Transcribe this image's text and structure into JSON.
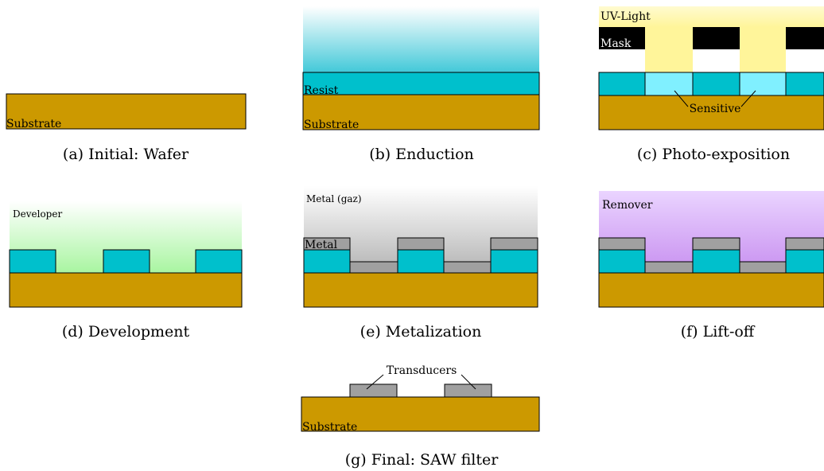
{
  "colors": {
    "substrate": "#cc9900",
    "resist": "#00c0cc",
    "sensitive": "#80f0ff",
    "metal": "#a0a0a0",
    "mask": "#000000",
    "uv_light": "#fffbb0",
    "developer": "#a8f5a0",
    "metal_gas": "#c8c8c8",
    "remover": "#c890f0",
    "resist_haze": "#40c8d8"
  },
  "panels": {
    "a": {
      "caption": "(a) Initial: Wafer",
      "substrate_label": "Substrate"
    },
    "b": {
      "caption": "(b) Enduction",
      "resist_label": "Resist",
      "substrate_label": "Substrate"
    },
    "c": {
      "caption": "(c) Photo-exposition",
      "light_label": "UV-Light",
      "mask_label": "Mask",
      "sensitive_label": "Sensitive"
    },
    "d": {
      "caption": "(d) Development",
      "developer_label": "Developer"
    },
    "e": {
      "caption": "(e) Metalization",
      "gas_label": "Metal (gaz)",
      "metal_label": "Metal"
    },
    "f": {
      "caption": "(f) Lift-off",
      "remover_label": "Remover"
    },
    "g": {
      "caption": "(g) Final: SAW filter",
      "transducers_label": "Transducers",
      "substrate_label": "Substrate"
    }
  }
}
